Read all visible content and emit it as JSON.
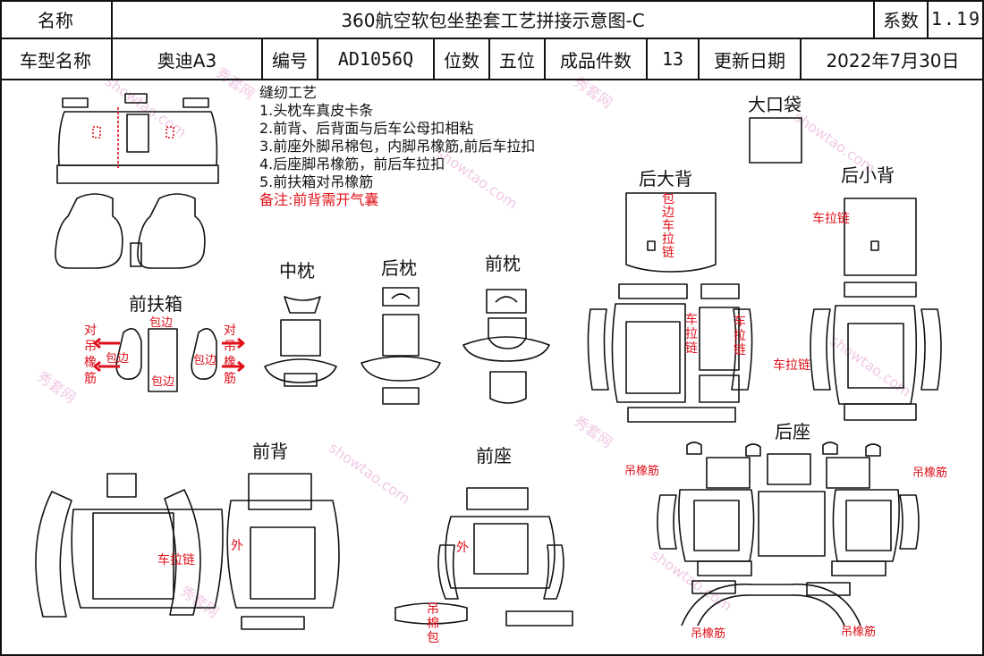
{
  "header": {
    "row1": {
      "name_label": "名称",
      "title": "360航空软包坐垫套工艺拼接示意图-C",
      "coef_label": "系数",
      "coef_value": "1.19"
    },
    "row2": {
      "model_label": "车型名称",
      "model_value": "奥迪A3",
      "code_label": "编号",
      "code_value": "AD1056Q",
      "seats_label": "位数",
      "seats_value": "五位",
      "pieces_label": "成品件数",
      "pieces_value": "13",
      "date_label": "更新日期",
      "date_value": "2022年7月30日"
    }
  },
  "notes": {
    "title": "缝纫工艺",
    "items": [
      "1.头枕车真皮卡条",
      "2.前背、后背面与后车公母扣相粘",
      "3.前座外脚吊棉包，内脚吊橡筋,前后车拉扣",
      "4.后座脚吊橡筋，前后车拉扣",
      "5.前扶箱对吊橡筋"
    ],
    "remark": "备注:前背需开气囊"
  },
  "sections": {
    "front_armrest": "前扶箱",
    "middle_pillow": "中枕",
    "rear_pillow": "后枕",
    "front_pillow": "前枕",
    "big_pocket": "大口袋",
    "rear_big_back": "后大背",
    "rear_small_back": "后小背",
    "front_back": "前背",
    "front_seat": "前座",
    "rear_seat": "后座"
  },
  "annotations": {
    "edge_wrap": "包边",
    "pair_hang_rubber": "对吊橡筋",
    "hang_rubber": "吊橡筋",
    "zipper": "车拉链",
    "outer": "外",
    "hang_cotton": "吊棉包",
    "edge_zipper": "包边车拉链",
    "zipper_vertical": "车拉链"
  },
  "watermark": {
    "cn": "秀套网",
    "en": "showtao.com"
  },
  "colors": {
    "line": "#111111",
    "red": "#e0101a",
    "watermark": "#f0c8e6"
  }
}
